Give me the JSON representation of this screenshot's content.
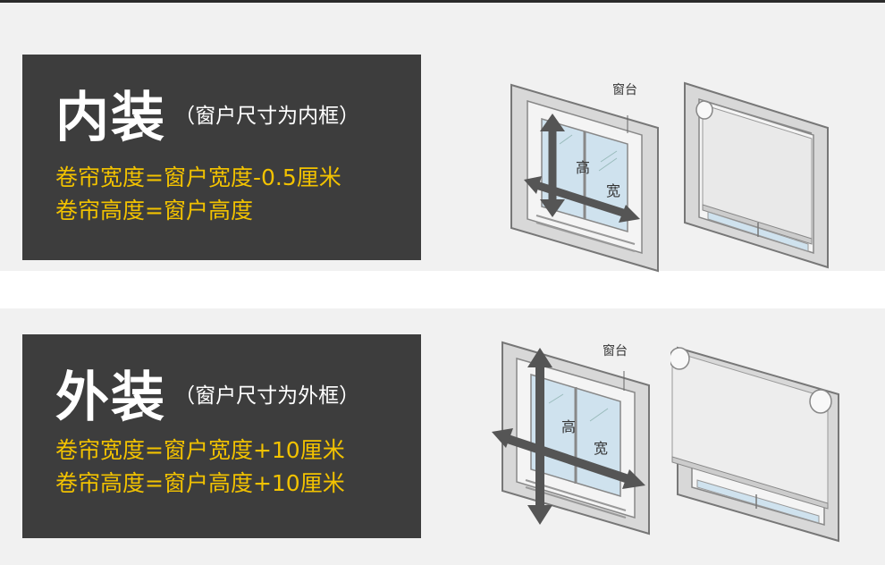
{
  "inner": {
    "title": "内装",
    "subtitle": "（窗户尺寸为内框）",
    "formula_width": "卷帘宽度=窗户宽度-0.5厘米",
    "formula_height": "卷帘高度=窗户高度",
    "label_sill": "窗台",
    "label_height": "高",
    "label_width": "宽"
  },
  "outer": {
    "title": "外装",
    "subtitle": "（窗户尺寸为外框）",
    "formula_width": "卷帘宽度=窗户宽度+10厘米",
    "formula_height": "卷帘高度=窗户高度+10厘米",
    "label_sill": "窗台",
    "label_height": "高",
    "label_width": "宽"
  },
  "colors": {
    "panel": "#3d3d3d",
    "formula_text": "#f2c200",
    "arrow": "#555555",
    "glass": "#cfe2ee"
  },
  "icons": [
    "window-measure-inner-illustration",
    "window-blind-inner-illustration",
    "window-measure-outer-illustration",
    "window-blind-outer-illustration"
  ]
}
